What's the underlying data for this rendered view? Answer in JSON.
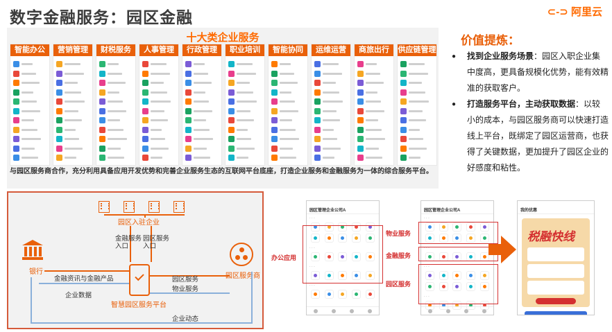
{
  "page": {
    "title": "数字金融服务：园区金融",
    "logo": "阿里云"
  },
  "enterprise": {
    "heading": "十大类企业服务",
    "categories": [
      {
        "label": "智能办公"
      },
      {
        "label": "营销管理"
      },
      {
        "label": "财税服务"
      },
      {
        "label": "人事管理"
      },
      {
        "label": "行政管理"
      },
      {
        "label": "职业培训"
      },
      {
        "label": "智能协同"
      },
      {
        "label": "运维运营"
      },
      {
        "label": "商旅出行"
      },
      {
        "label": "供应链管理"
      }
    ],
    "description": "与园区服务商合作，充分利用具备应用开发优势和完善企业服务生态的互联网平台底座，打造企业服务和金融服务为一体的综合服务平台。"
  },
  "value": {
    "title": "价值提炼：",
    "items": [
      {
        "lead": "找到企业服务场景",
        "text": "：园区入职企业集中度高，更具备规模化优势，能有效精准的获取客户。"
      },
      {
        "lead": "打造服务平台，主动获取数据",
        "text": "：以较小的成本，与园区服务商可以快速打造线上平台，既绑定了园区运营商，也获得了关键数据，更加提升了园区企业的好感度和粘性。"
      }
    ]
  },
  "diagram": {
    "park_enterprise": "园区入驻企业",
    "fin_entry": "金融服务\n入口",
    "park_entry": "园区服务\n入口",
    "bank": "银行",
    "provider": "园区服务商",
    "platform": "智慧园区服务平台",
    "fin_products": "金融资讯与金融产品",
    "ent_data": "企业数据",
    "park_service": "园区服务",
    "property": "物业服务",
    "ent_dynamics": "企业动态"
  },
  "phones": {
    "app_title": "园区管理企业公司A",
    "office": "办公应用",
    "property": "物业服务",
    "finance": "金融服务",
    "park": "园区服务",
    "result_header": "我的优惠",
    "banner": "税融快线"
  },
  "colors": {
    "accent": "#e9600a",
    "red": "#d43030"
  }
}
